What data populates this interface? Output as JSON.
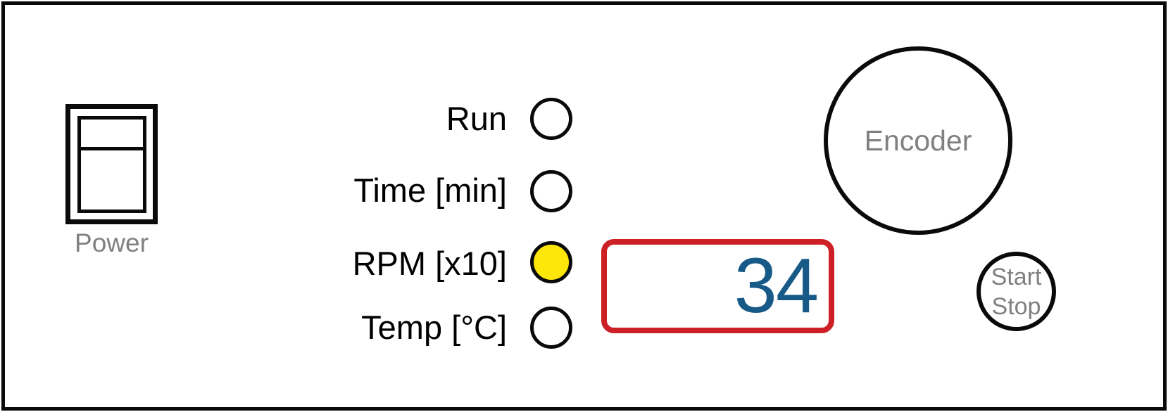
{
  "panel": {
    "title": "motor-control-front-panel",
    "power_switch": {
      "label": "Power"
    },
    "indicators": [
      {
        "label": "Run",
        "on": false
      },
      {
        "label": "Time [min]",
        "on": false
      },
      {
        "label": "RPM [x10]",
        "on": true
      },
      {
        "label": "Temp [°C]",
        "on": false
      }
    ],
    "display": {
      "value": "34"
    },
    "encoder": {
      "label": "Encoder"
    },
    "start_stop": {
      "line1": "Start",
      "line2": "Stop"
    },
    "colors": {
      "led_on": "#ffe60a",
      "led_off": "#ffffff",
      "display_border": "#cd2026",
      "display_value": "#175a87",
      "muted_text": "#808080",
      "outline": "#0a0a0a"
    }
  }
}
